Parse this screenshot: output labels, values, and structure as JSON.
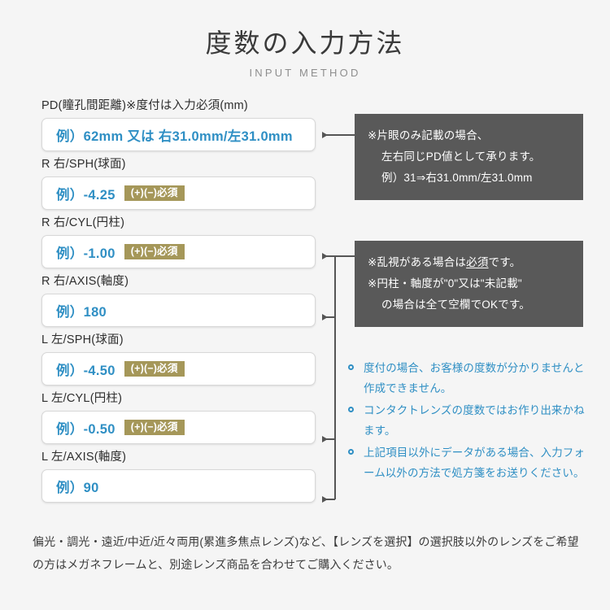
{
  "header": {
    "title": "度数の入力方法",
    "subtitle": "INPUT METHOD"
  },
  "fields": [
    {
      "label": "PD(瞳孔間距離)※度付は入力必須(mm)",
      "value": "例）62mm 又は 右31.0mm/左31.0mm",
      "badge": ""
    },
    {
      "label": "R 右/SPH(球面)",
      "value": "例）-4.25",
      "badge": "(+)(−)必須"
    },
    {
      "label": "R 右/CYL(円柱)",
      "value": "例）-1.00",
      "badge": "(+)(−)必須"
    },
    {
      "label": "R 右/AXIS(軸度)",
      "value": "例）180",
      "badge": ""
    },
    {
      "label": "L 左/SPH(球面)",
      "value": "例）-4.50",
      "badge": "(+)(−)必須"
    },
    {
      "label": "L 左/CYL(円柱)",
      "value": "例）-0.50",
      "badge": "(+)(−)必須"
    },
    {
      "label": "L 左/AXIS(軸度)",
      "value": "例）90",
      "badge": ""
    }
  ],
  "callouts": [
    {
      "line1": "※片眼のみ記載の場合、",
      "line2": "左右同じPD値として承ります。",
      "line3": "例）31⇒右31.0mm/左31.0mm"
    },
    {
      "line1": "※乱視がある場合は",
      "line1_underline": "必須",
      "line1_tail": "です。",
      "line2": "※円柱・軸度が\"0\"又は\"未記載\"",
      "line3": "の場合は全て空欄でOKです。"
    }
  ],
  "notes": [
    "度付の場合、お客様の度数が分かりませんと作成できません。",
    "コンタクトレンズの度数ではお作り出来かねます。",
    "上記項目以外にデータがある場合、入力フォーム以外の方法で処方箋をお送りください。"
  ],
  "footer": {
    "text": "偏光・調光・遠近/中近/近々両用(累進多焦点レンズ)など、【レンズを選択】の選択肢以外のレンズをご希望の方はメガネフレームと、別途レンズ商品を合わせてご購入ください。"
  },
  "colors": {
    "background": "#f5f5f5",
    "accent_blue": "#2f8fc4",
    "badge_khaki": "#a59759",
    "callout_gray": "#595959",
    "text_dark": "#2e2e2e"
  }
}
